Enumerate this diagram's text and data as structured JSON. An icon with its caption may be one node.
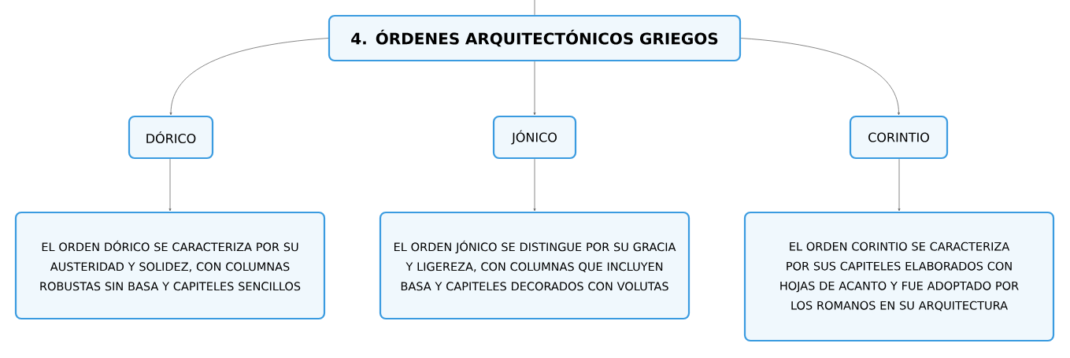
{
  "diagram": {
    "nodes": [
      {
        "text": [
          "4. ÓRDENES ARQUITECTÓNICOS GRIEGOS"
        ]
      },
      {
        "text": [
          "DÓRICO"
        ]
      },
      {
        "text": [
          "JÓNICO"
        ]
      },
      {
        "text": [
          "CORINTIO"
        ]
      },
      {
        "text": [
          "EL ORDEN DÓRICO SE CARACTERIZA POR SU AUSTERIDAD Y SOLIDEZ, CON COLUMNAS ROBUSTAS SIN BASA Y CAPITELES SENCILLOS"
        ]
      },
      {
        "text": [
          "EL ORDEN JÓNICO SE DISTINGUE POR SU GRACIA Y LIGEREZA, CON COLUMNAS QUE INCLUYEN BASA Y CAPITELES DECORADOS CON VOLUTAS"
        ]
      },
      {
        "text": [
          "EL ORDEN CORINTIO SE CARACTERIZA POR SUS CAPITELES ELABORADOS CON HOJAS DE ACANTO Y FUE ADOPTADO POR LOS ROMANOS EN SU ARQUITECTURA"
        ]
      }
    ],
    "edges": [
      {
        "from": null,
        "to": 0,
        "arrow": "none"
      },
      {
        "from": 0,
        "to": 1,
        "arrow": "to"
      },
      {
        "from": 0,
        "to": 2,
        "arrow": "to"
      },
      {
        "from": 0,
        "to": 3,
        "arrow": "to"
      },
      {
        "from": 1,
        "to": 4,
        "arrow": "to"
      },
      {
        "from": 2,
        "to": 5,
        "arrow": "to"
      },
      {
        "from": 3,
        "to": 6,
        "arrow": "to"
      }
    ]
  }
}
